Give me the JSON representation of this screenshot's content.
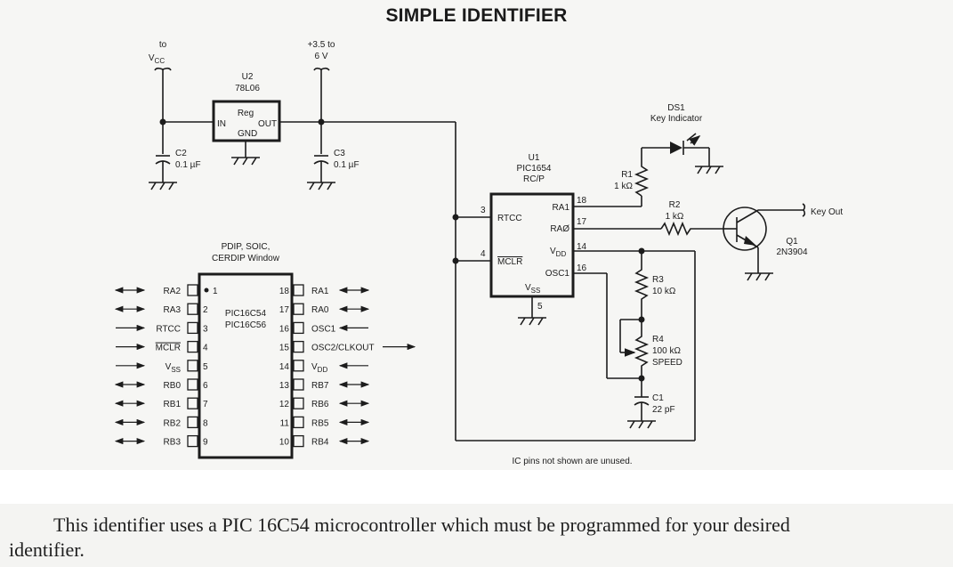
{
  "title": "SIMPLE IDENTIFIER",
  "schematic": {
    "vcc_label": [
      "to",
      "V",
      "CC"
    ],
    "supply_label": [
      "+3.5 to",
      "6 V"
    ],
    "u2": {
      "ref": "U2",
      "part": "78L06",
      "body": "Reg",
      "in": "IN",
      "out": "OUT",
      "gnd": "GND"
    },
    "c2": {
      "ref": "C2",
      "value": "0.1 µF"
    },
    "c3": {
      "ref": "C3",
      "value": "0.1 µF"
    },
    "u1": {
      "ref": "U1",
      "part": "PIC1654",
      "pkg": "RC/P",
      "pins": [
        {
          "num": "3",
          "name": "RTCC"
        },
        {
          "num": "4",
          "name": "MCLR"
        },
        {
          "num": "18",
          "name": "RA1"
        },
        {
          "num": "17",
          "name": "RAØ"
        },
        {
          "num": "14",
          "name": "VDD"
        },
        {
          "num": "16",
          "name": "OSC1"
        },
        {
          "num": "5",
          "name": "VSS"
        }
      ]
    },
    "ds1": {
      "ref": "DS1",
      "desc": "Key Indicator"
    },
    "r1": {
      "ref": "R1",
      "value": "1 kΩ"
    },
    "r2": {
      "ref": "R2",
      "value": "1 kΩ"
    },
    "r3": {
      "ref": "R3",
      "value": "10 kΩ"
    },
    "r4": {
      "ref": "R4",
      "value": "100 kΩ",
      "desc": "SPEED"
    },
    "c1": {
      "ref": "C1",
      "value": "22 pF"
    },
    "q1": {
      "ref": "Q1",
      "part": "2N3904"
    },
    "key_out": "Key Out",
    "note": "IC pins not shown are unused."
  },
  "pinout": {
    "package": [
      "PDIP, SOIC,",
      "CERDIP Window"
    ],
    "chip": [
      "PIC16C54",
      "PIC16C56"
    ],
    "left": [
      {
        "num": "1",
        "name": "RA2",
        "dir": "bi"
      },
      {
        "num": "2",
        "name": "RA3",
        "dir": "bi"
      },
      {
        "num": "3",
        "name": "RTCC",
        "dir": "in"
      },
      {
        "num": "4",
        "name": "MCLR",
        "dir": "in"
      },
      {
        "num": "5",
        "name": "VSS",
        "dir": "in"
      },
      {
        "num": "6",
        "name": "RB0",
        "dir": "bi"
      },
      {
        "num": "7",
        "name": "RB1",
        "dir": "bi"
      },
      {
        "num": "8",
        "name": "RB2",
        "dir": "bi"
      },
      {
        "num": "9",
        "name": "RB3",
        "dir": "bi"
      }
    ],
    "right": [
      {
        "num": "18",
        "name": "RA1",
        "dir": "bi"
      },
      {
        "num": "17",
        "name": "RA0",
        "dir": "bi"
      },
      {
        "num": "16",
        "name": "OSC1",
        "dir": "in"
      },
      {
        "num": "15",
        "name": "OSC2/CLKOUT",
        "dir": "out"
      },
      {
        "num": "14",
        "name": "VDD",
        "dir": "in"
      },
      {
        "num": "13",
        "name": "RB7",
        "dir": "bi"
      },
      {
        "num": "12",
        "name": "RB6",
        "dir": "bi"
      },
      {
        "num": "11",
        "name": "RB5",
        "dir": "bi"
      },
      {
        "num": "10",
        "name": "RB4",
        "dir": "bi"
      }
    ]
  },
  "paragraph": {
    "line1": "This identifier uses a PIC 16C54 microcontroller which must be programmed for your desired",
    "line2": "identifier."
  }
}
